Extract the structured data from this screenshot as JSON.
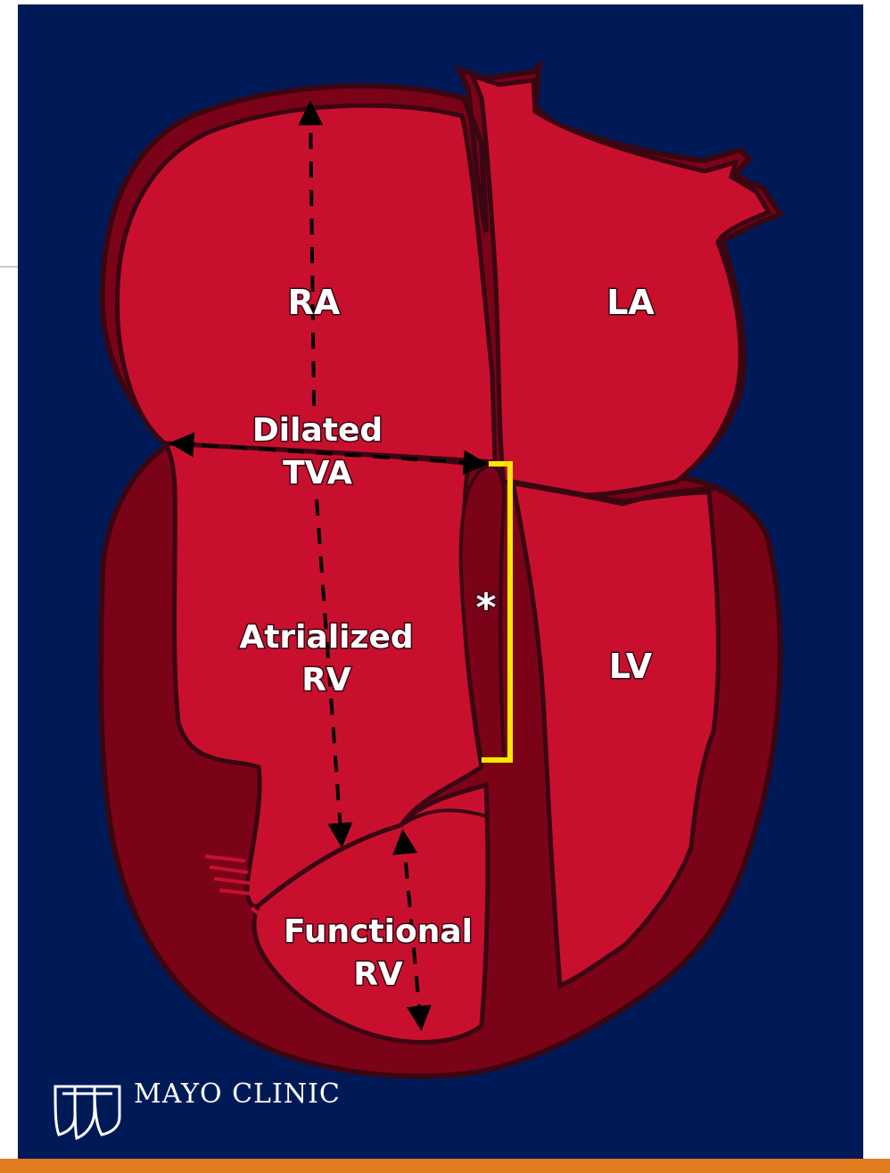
{
  "diagram": {
    "labels": {
      "ra": "RA",
      "la": "LA",
      "dilated_tva_line1": "Dilated",
      "dilated_tva_line2": "TVA",
      "atrialized_rv_line1": "Atrialized",
      "atrialized_rv_line2": "RV",
      "lv": "LV",
      "functional_rv_line1": "Functional",
      "functional_rv_line2": "RV",
      "asterisk": "*"
    },
    "logo_text": "MAYO CLINIC"
  },
  "colors": {
    "background": "#001a57",
    "myocardium_light": "#c8102e",
    "myocardium_dark": "#7a0318",
    "outline": "#3a0612",
    "bracket": "#ffe600",
    "label_text": "#ffffff",
    "bottom_strip": "#e07b1f"
  }
}
